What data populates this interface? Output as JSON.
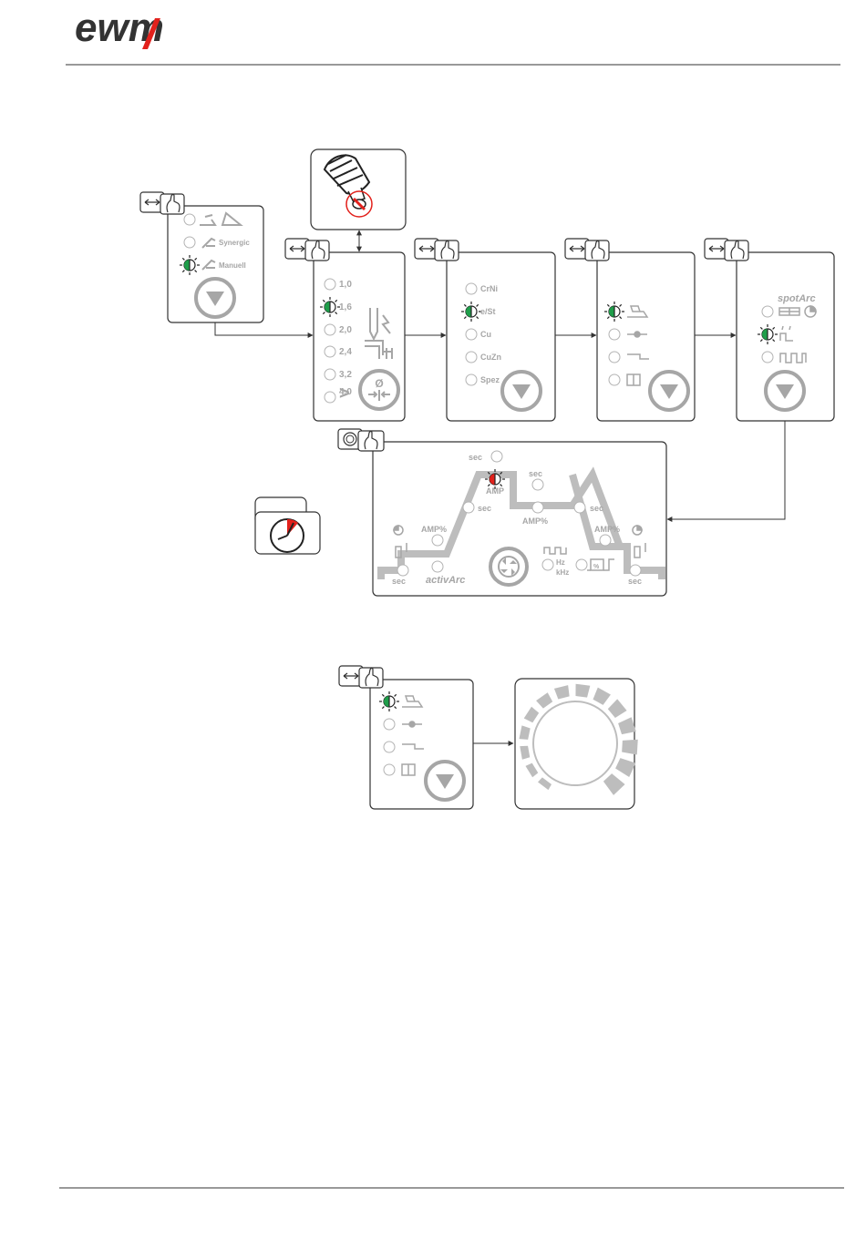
{
  "header": {
    "logo_text": "ewm",
    "brand_color": "#e2211c"
  },
  "colors": {
    "led_green": "#1f9e4a",
    "led_red": "#e2211c",
    "panel_gray": "#a6a6a6",
    "line": "#333333"
  },
  "panel_process": {
    "options": [
      "",
      "Synergic",
      "Manuell"
    ],
    "selected_index": 2
  },
  "panel_diameter": {
    "options": [
      "1,0",
      "1,6",
      "2,0",
      "2,4",
      "3,2",
      "4,0"
    ],
    "selected_index": 1,
    "extra_mark": ">",
    "diameter_symbol": "Ø"
  },
  "panel_material": {
    "options": [
      "CrNi",
      "e/St",
      "Cu",
      "CuZn",
      "Spez"
    ],
    "selected_index": 1
  },
  "panel_operating_mode": {
    "icons": [
      "gun-icon",
      "2-cycle-icon",
      "4-cycle-icon",
      "special-mode-icon"
    ],
    "selected_index": 0
  },
  "panel_pulse": {
    "title": "spotArc",
    "selected_index": 1
  },
  "sequence_panel": {
    "labels": {
      "sec_top": "sec",
      "amp_main": "AMP",
      "sec_mid": "sec",
      "amp_pct_right_low": "AMP%",
      "sec_left_slope": "sec",
      "sec_right_slope": "sec",
      "amp_pct_left": "AMP%",
      "amp_pct_right": "AMP%",
      "sec_left_bottom": "sec",
      "sec_right_bottom": "sec",
      "activarc": "activArc",
      "hz": "Hz",
      "khz": "kHz",
      "pct": "%"
    }
  },
  "panel_operating_mode_2": {
    "icons": [
      "gun-icon",
      "2-cycle-icon",
      "4-cycle-icon",
      "special-mode-icon"
    ],
    "selected_index": 0
  }
}
